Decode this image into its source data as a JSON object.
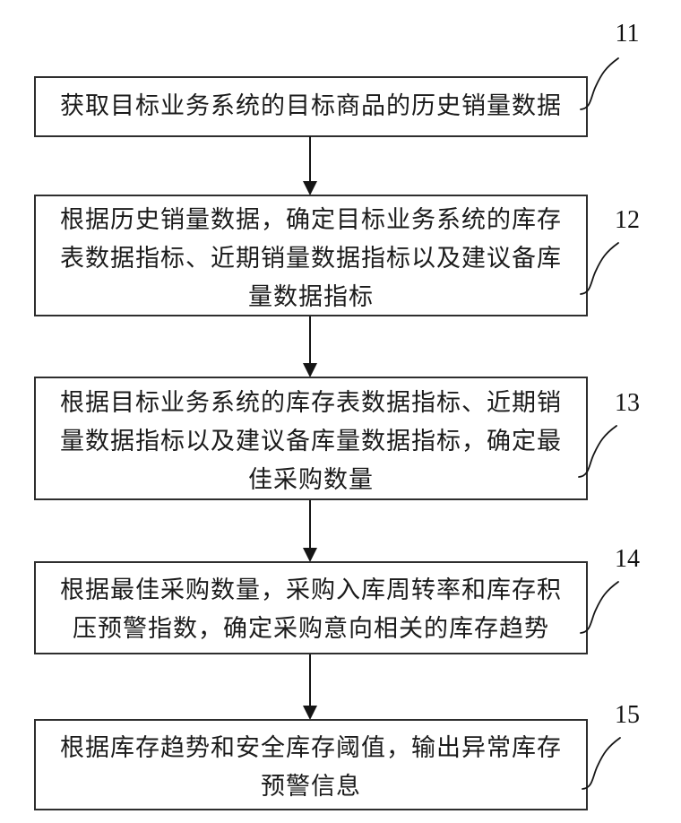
{
  "figure": {
    "background_color": "#ffffff",
    "line_color": "#151515"
  },
  "flowchart": {
    "steps": [
      {
        "ref": "11",
        "lines": [
          "获取目标业务系统的目标商品的历史销量数据"
        ]
      },
      {
        "ref": "12",
        "lines": [
          "根据历史销量数据，确定目标业务系统的库存",
          "表数据指标、近期销量数据指标以及建议备库",
          "量数据指标"
        ]
      },
      {
        "ref": "13",
        "lines": [
          "根据目标业务系统的库存表数据指标、近期销",
          "量数据指标以及建议备库量数据指标，确定最",
          "佳采购数量"
        ]
      },
      {
        "ref": "14",
        "lines": [
          "根据最佳采购数量，采购入库周转率和库存积",
          "压预警指数，确定采购意向相关的库存趋势"
        ]
      },
      {
        "ref": "15",
        "lines": [
          "根据库存趋势和安全库存阈值，输出异常库存",
          "预警信息"
        ]
      }
    ]
  }
}
